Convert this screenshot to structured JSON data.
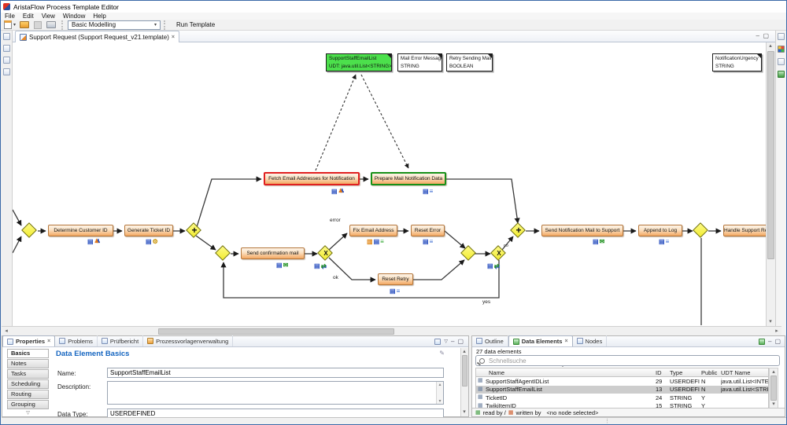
{
  "window": {
    "title": "AristaFlow Process Template Editor"
  },
  "menu": {
    "items": [
      "File",
      "Edit",
      "View",
      "Window",
      "Help"
    ]
  },
  "toolbar": {
    "mode_select": "Basic Modelling",
    "run_label": "Run Template"
  },
  "editor": {
    "tab_title": "Support Request (Support Request_v21.template)"
  },
  "icons": {
    "close": "×",
    "caret_down": "▾",
    "chevron_overflow": "▽",
    "sort_asc": "ˆ",
    "arrow_up": "▴",
    "arrow_down": "▾",
    "arrow_left": "◂",
    "arrow_right": "▸",
    "minimize": "–",
    "maximize": "▢",
    "view_menu": "▽",
    "pencil": "✎",
    "grip": "⋮",
    "activity": "▤",
    "staff": "♟",
    "gear": "⚙",
    "mail": "✉",
    "list": "≡",
    "doc": "▥",
    "dataflow": "⇄",
    "data_element": "▦"
  },
  "colors": {
    "selected_data_element": "#4ce04c",
    "error_border": "#e02020",
    "ok_border": "#189018",
    "gateway_fill": "#f2ec30",
    "node_fill": "#f3a863",
    "section_title": "#1565c0"
  },
  "diagram": {
    "data_elements": [
      {
        "name": "SupportStaffEmailList",
        "type": "UDT: java.util.List<STRING>"
      },
      {
        "name": "Mail Error Message",
        "type": "STRING"
      },
      {
        "name": "Retry Sending Mail?",
        "type": "BOOLEAN"
      },
      {
        "name": "NotificationUrgency",
        "type": "STRING"
      }
    ],
    "nodes": {
      "determine": "Determine Customer ID",
      "generate": "Generate Ticket ID",
      "fetch": "Fetch Email Addresses for Notification",
      "prepare": "Prepare Mail Notification Data",
      "send_conf": "Send confirmation mail",
      "fix": "Fix Email Address",
      "reset_error": "Reset Error",
      "reset_retry": "Reset Retry",
      "send_notif": "Send Notification Mail to Support",
      "append": "Append to Log",
      "handle": "Handle Support Request"
    },
    "labels": {
      "error": "error",
      "ok": "ok",
      "yes": "yes",
      "loop_marker": "co"
    },
    "gateway_glyphs": {
      "and": "+",
      "xor": "X"
    }
  },
  "properties_panel": {
    "tabs": [
      "Properties",
      "Problems",
      "Prüfbericht",
      "Prozessvorlagenverwaltung"
    ],
    "side_tabs": [
      "Basics",
      "Notes",
      "Tasks",
      "Scheduling",
      "Routing",
      "Grouping"
    ],
    "section_title": "Data Element Basics",
    "name_label": "Name:",
    "name_value": "SupportStaffEmailList",
    "description_label": "Description:",
    "datatype_label": "Data Type:",
    "datatype_value": "USERDEFINED"
  },
  "data_panel": {
    "tabs": [
      "Outline",
      "Data Elements",
      "Nodes"
    ],
    "count_label": "27 data elements",
    "search_placeholder": "Schnellsuche",
    "columns": [
      "Name",
      "ID",
      "Type",
      "Public",
      "UDT Name"
    ],
    "rows": [
      {
        "name": "SupportStaffAgentIDList",
        "id": "29",
        "type": "USERDEFINED",
        "pub": "N",
        "udt": "java.util.List<INTEGER>"
      },
      {
        "name": "SupportStaffEmailList",
        "id": "13",
        "type": "USERDEFINED",
        "pub": "N",
        "udt": "java.util.List<STRING>"
      },
      {
        "name": "TicketID",
        "id": "24",
        "type": "STRING",
        "pub": "Y",
        "udt": ""
      },
      {
        "name": "TwikiItemID",
        "id": "15",
        "type": "STRING",
        "pub": "Y",
        "udt": ""
      }
    ],
    "footer": {
      "read_label": "read by /",
      "written_label": "written by",
      "selection": "<no node selected>"
    }
  }
}
